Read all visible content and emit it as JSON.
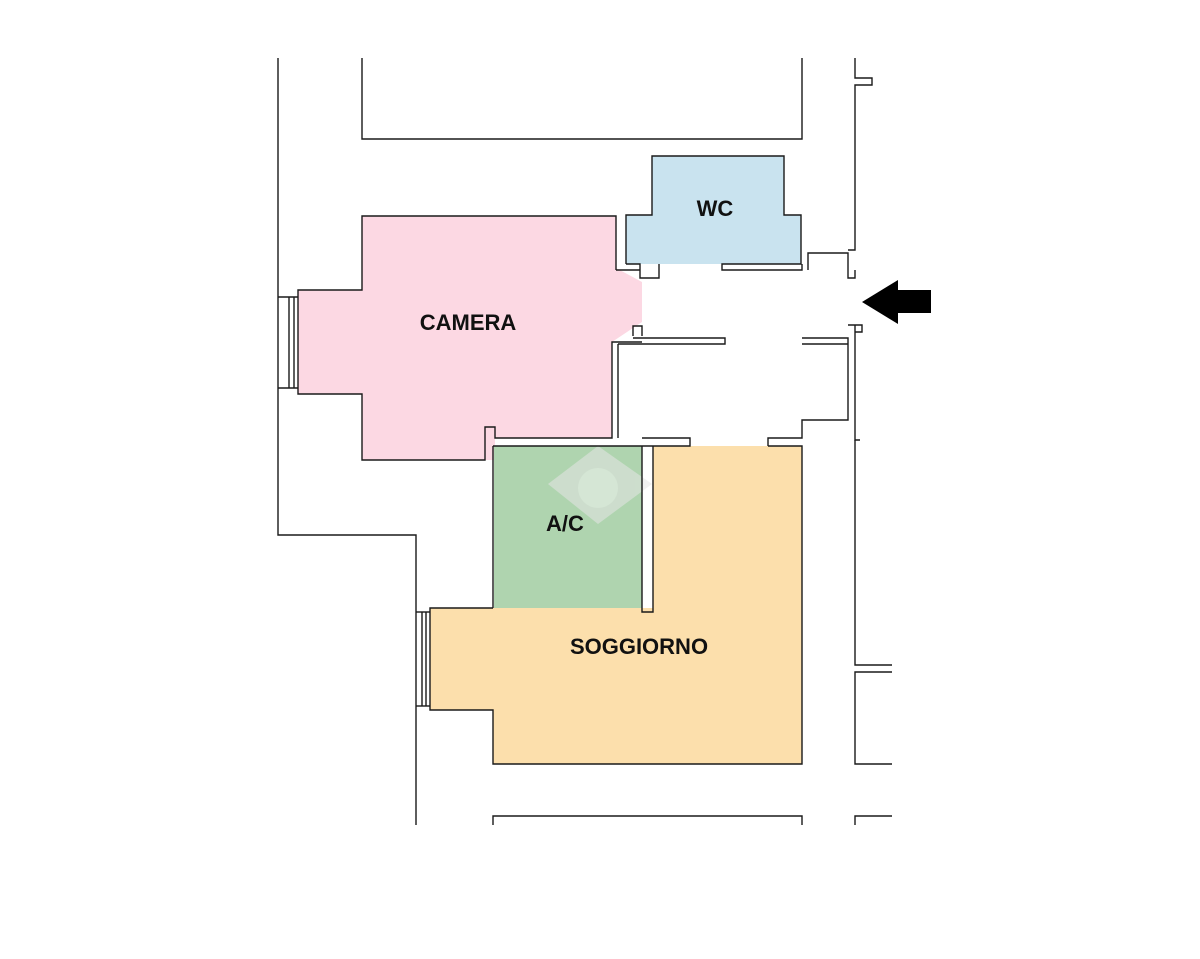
{
  "rooms": [
    {
      "id": "wc",
      "label": "WC",
      "color": "#c9e3ef"
    },
    {
      "id": "camera",
      "label": "CAMERA",
      "color": "#fcd8e3"
    },
    {
      "id": "ac",
      "label": "A/C",
      "color": "#afd4af"
    },
    {
      "id": "soggiorno",
      "label": "SOGGIORNO",
      "color": "#fcdfac"
    }
  ],
  "colors": {
    "wall": "#1a1a1a",
    "arrow": "#000000",
    "watermark": "#e6e6e6"
  },
  "entrance_arrow": {
    "icon": "entrance-arrow-icon",
    "direction": "left"
  }
}
